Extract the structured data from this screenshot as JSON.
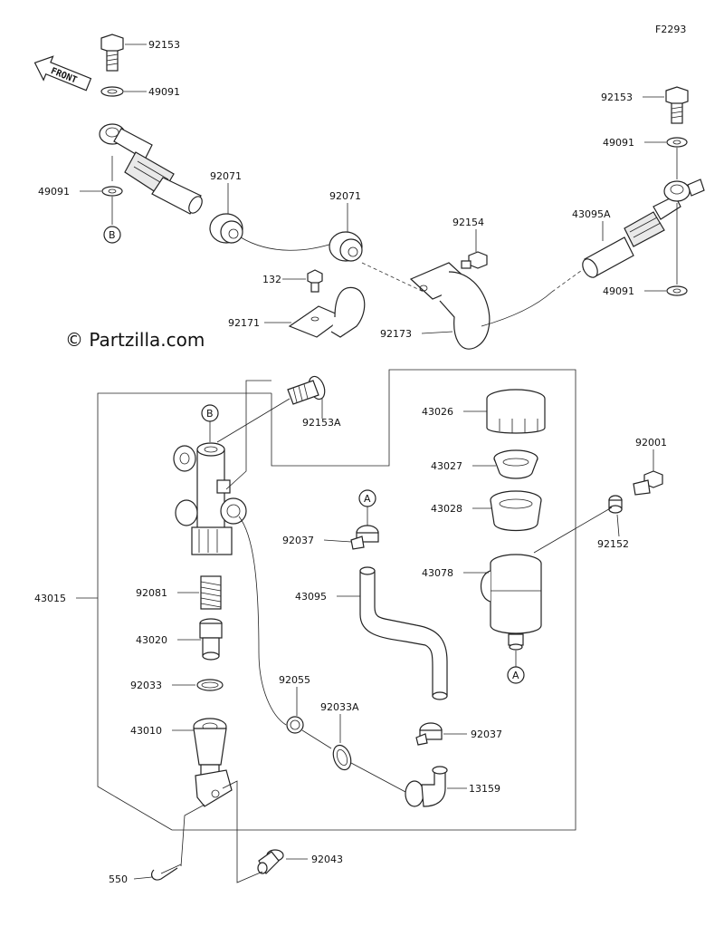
{
  "figure_code": "F2293",
  "watermark": "© Partzilla.com",
  "front_label": "FRONT",
  "markers": {
    "a": "A",
    "b": "B"
  },
  "parts": {
    "p92153_top_left": "92153",
    "p49091_top_left": "49091",
    "p49091_left": "49091",
    "p92071_left": "92071",
    "p92071_mid": "92071",
    "p92154": "92154",
    "p43095a": "43095A",
    "p92153_right": "92153",
    "p49091_right_top": "49091",
    "p49091_right_bottom": "49091",
    "p132": "132",
    "p92171": "92171",
    "p92173": "92173",
    "p92153a": "92153A",
    "p43026": "43026",
    "p43027": "43027",
    "p43028": "43028",
    "p92001": "92001",
    "p92152": "92152",
    "p43078": "43078",
    "p92037_top": "92037",
    "p43095": "43095",
    "p43015": "43015",
    "p92081": "92081",
    "p43020": "43020",
    "p92033": "92033",
    "p43010": "43010",
    "p92055": "92055",
    "p92033a": "92033A",
    "p92037_bottom": "92037",
    "p13159": "13159",
    "p92043": "92043",
    "p550": "550"
  }
}
